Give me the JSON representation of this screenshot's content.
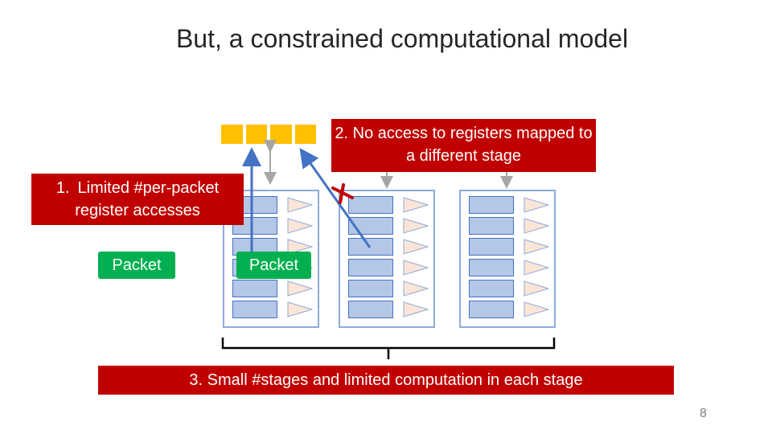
{
  "slide": {
    "title": "But, a constrained computational model",
    "page_number": "8"
  },
  "callouts": {
    "limited_accesses_number": "1.",
    "limited_accesses_text": "Limited #per-packet register accesses",
    "no_cross_stage": "2. No access to registers mapped to a different stage",
    "small_stages": "3. Small #stages and limited computation in each stage"
  },
  "packets": {
    "left": "Packet",
    "middle": "Packet"
  },
  "colors": {
    "callout_bg": "#c00000",
    "register": "#ffc000",
    "packet": "#00b050",
    "stage_border": "#8faadc",
    "cell_fill": "#b4c7e7",
    "triangle_fill": "#fbe5d6",
    "arrow_blue": "#4472c4",
    "arrow_gray": "#a6a6a6",
    "cross": "#c00000"
  }
}
